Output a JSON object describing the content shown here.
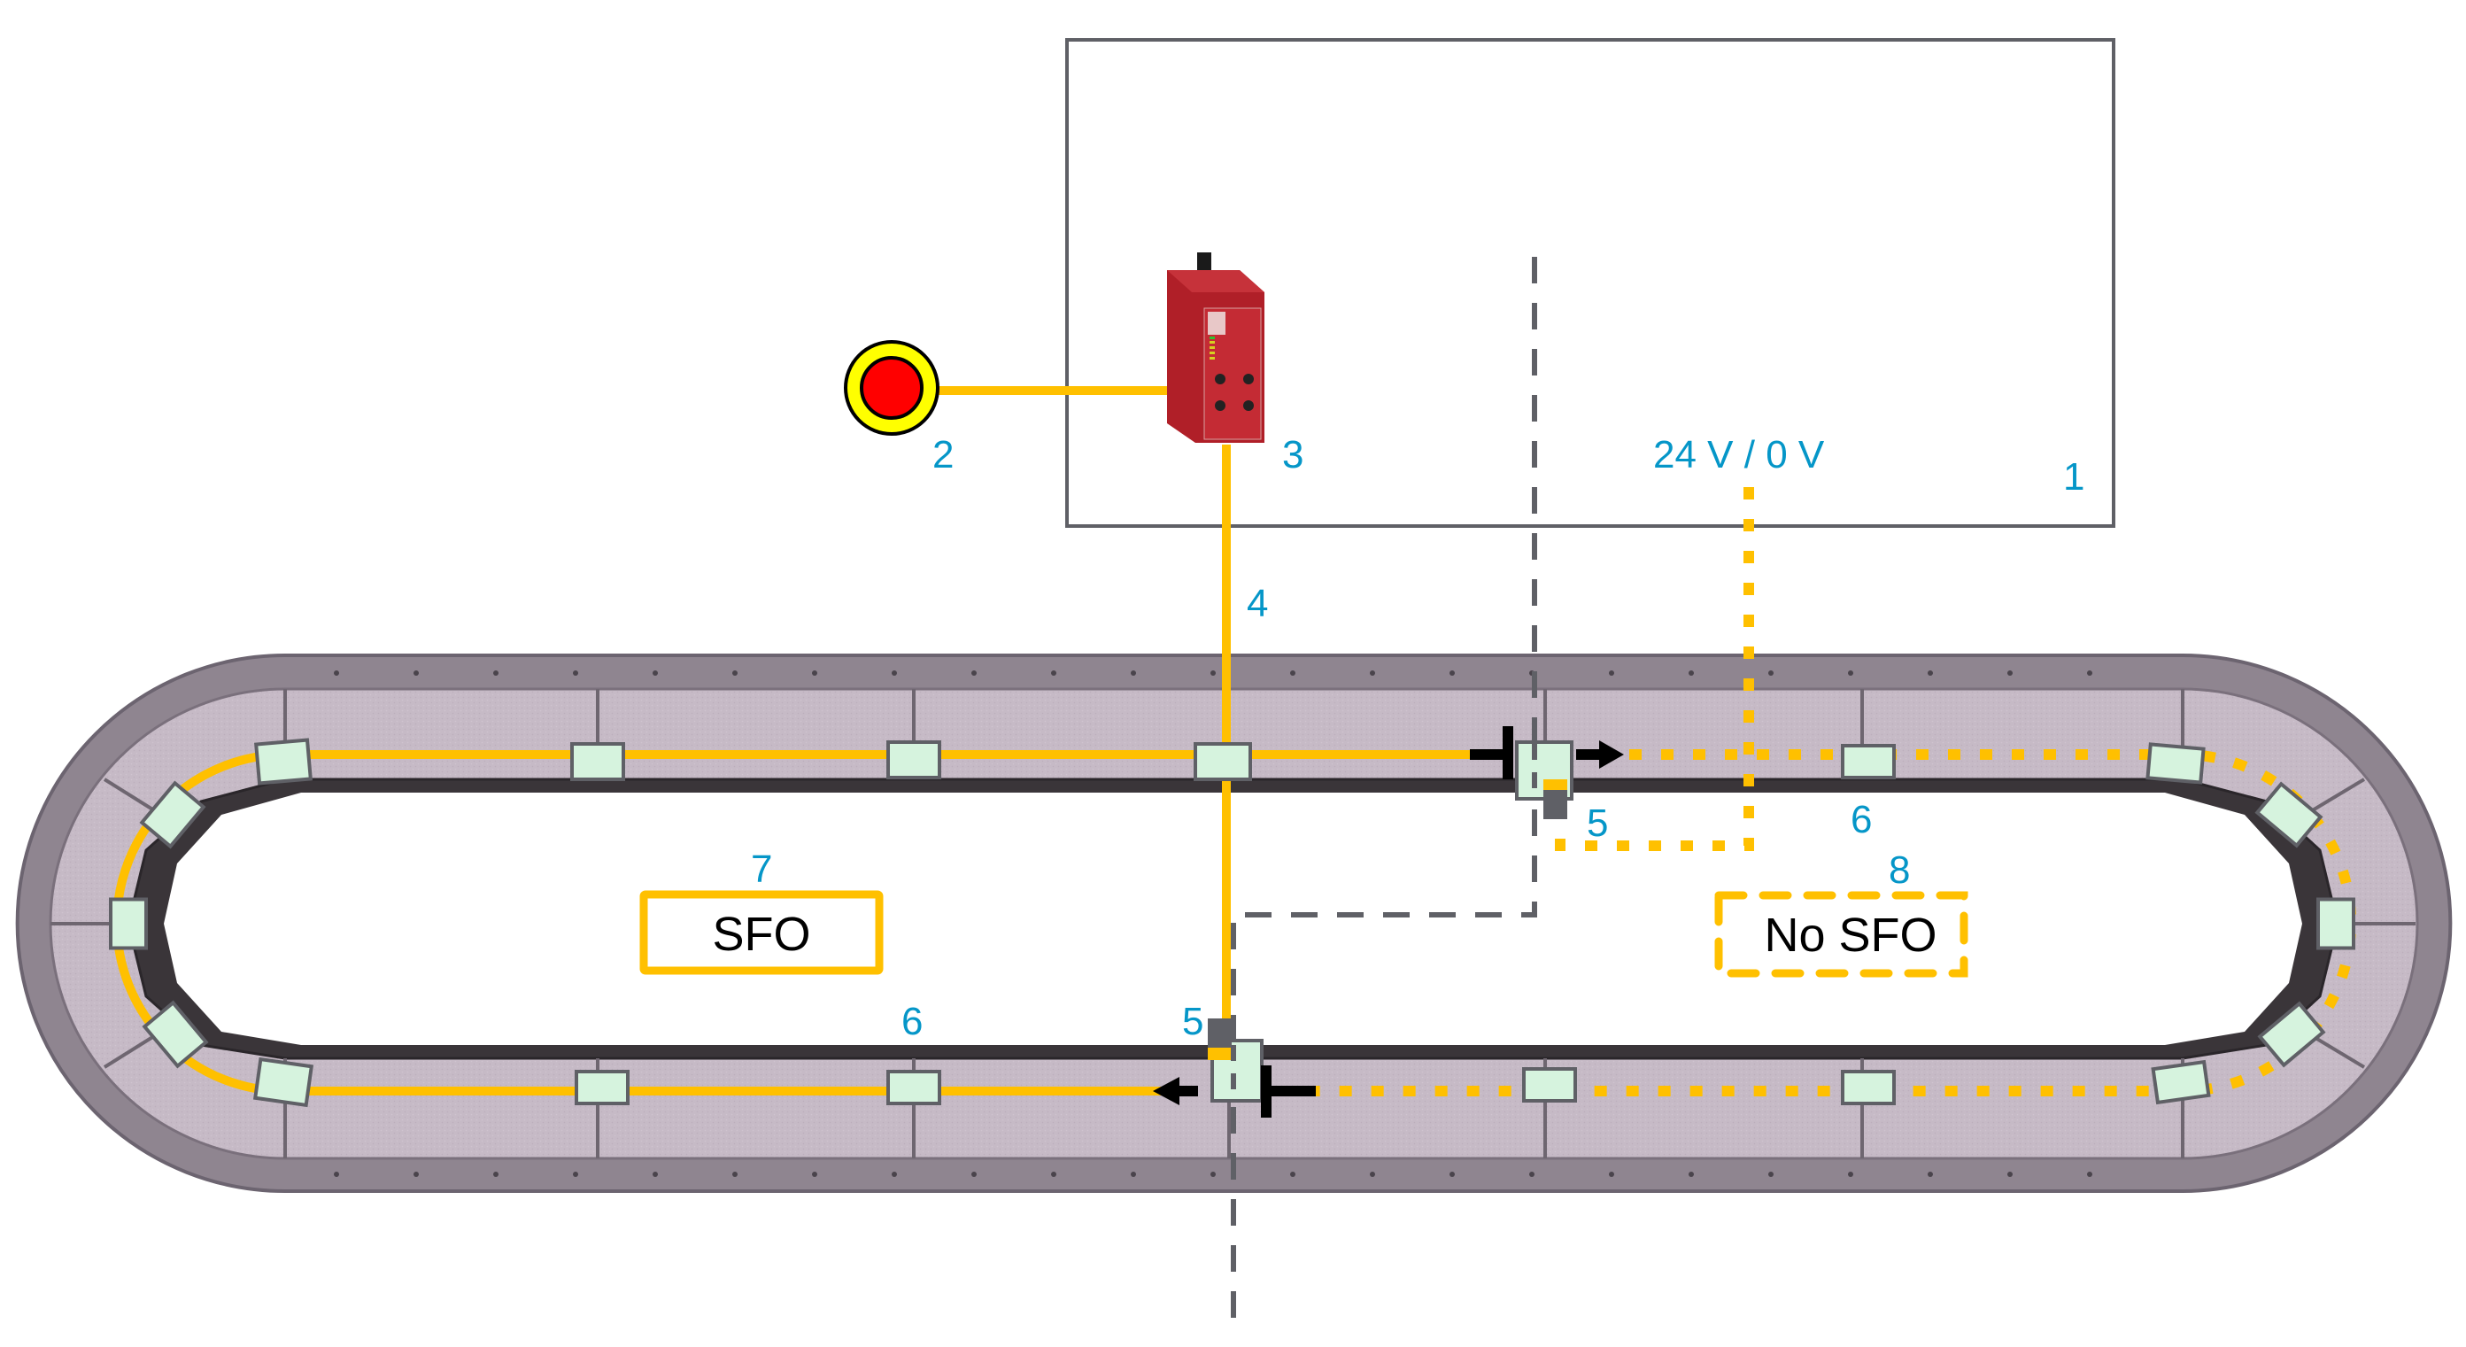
{
  "title": "Track safety wiring diagram with SFO and No SFO zones",
  "colors": {
    "cable": "#ffc000",
    "callout": "#0596c8",
    "boundary_dash": "#5f6066",
    "cabinet_border": "#5f6066",
    "carrier_fill": "#d6f3de",
    "carrier_stroke": "#5f6066",
    "estop_ring": "#ffff00",
    "estop_button": "#ff0000",
    "relay_body": "#b01f28",
    "track_frame": "#8f8590",
    "track_surface": "#c4b8c4",
    "track_inner": "#3a3539"
  },
  "callouts": {
    "cabinet": "1",
    "emergency_stop": "2",
    "safety_relay": "3",
    "safety_cable": "4",
    "injection_upper": "5",
    "injection_lower": "5",
    "carrier_right": "6",
    "carrier_left": "6",
    "sfo_zone": "7",
    "no_sfo_zone": "8"
  },
  "supply_label": "24 V / 0 V",
  "zones": {
    "sfo": {
      "label": "SFO",
      "border": "solid"
    },
    "no_sfo": {
      "label": "No SFO",
      "border": "dashed"
    }
  },
  "components": {
    "emergency_stop": "emergency-stop-button",
    "safety_relay": "safety-module",
    "cabinet": "control-cabinet",
    "track": "oval-transport-track"
  }
}
